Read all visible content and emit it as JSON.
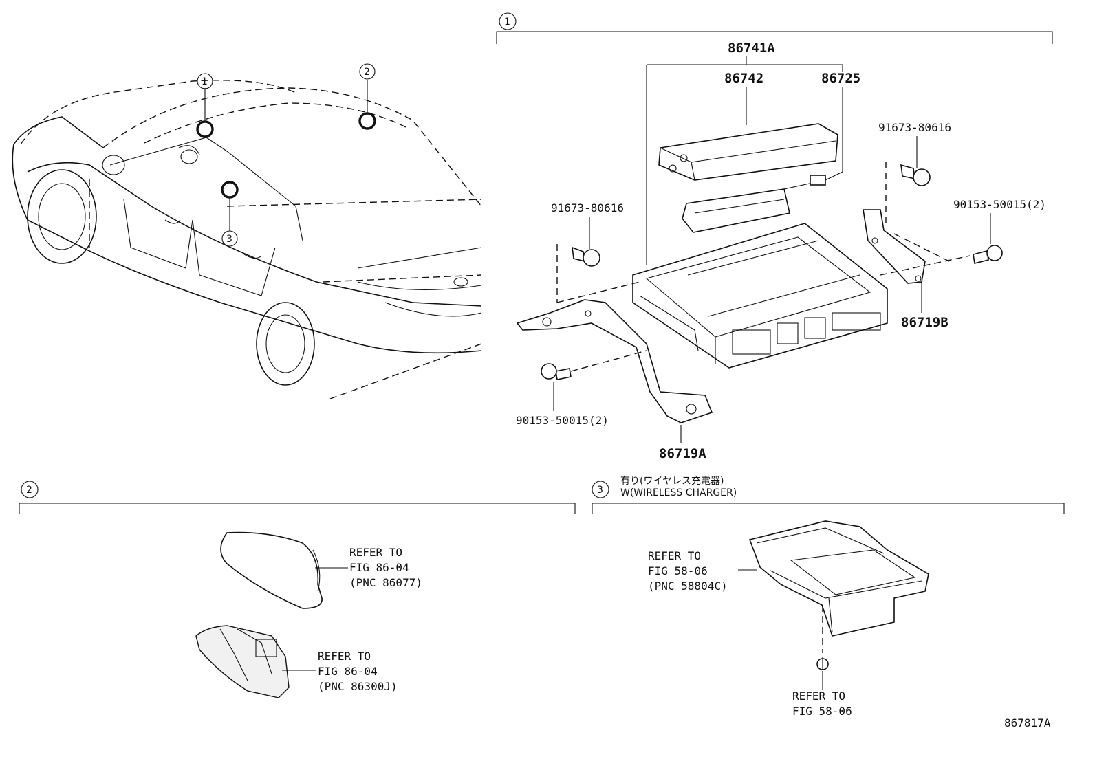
{
  "figure_id": "867817A",
  "callouts": {
    "one": "1",
    "two": "2",
    "three": "3"
  },
  "section1": {
    "parts": {
      "assembly": "86741A",
      "receiver": "86742",
      "cable": "86725",
      "screw_top_right": "91673-80616",
      "screw_left": "91673-80616",
      "bolt_right": "90153-50015(2)",
      "bolt_left": "90153-50015(2)",
      "bracket_left": "86719A",
      "bracket_right": "86719B"
    }
  },
  "section2": {
    "antenna_cover_ref": [
      "REFER TO",
      "FIG 86-04",
      "(PNC 86077)"
    ],
    "antenna_base_ref": [
      "REFER TO",
      "FIG 86-04",
      "(PNC 86300J)"
    ]
  },
  "section3": {
    "title_jp": "有り(ワイヤレス充電器)",
    "title_en": "W(WIRELESS CHARGER)",
    "charger_ref": [
      "REFER TO",
      "FIG 58-06",
      "(PNC 58804C)"
    ],
    "screw_ref": [
      "REFER TO",
      "FIG 58-06"
    ]
  }
}
